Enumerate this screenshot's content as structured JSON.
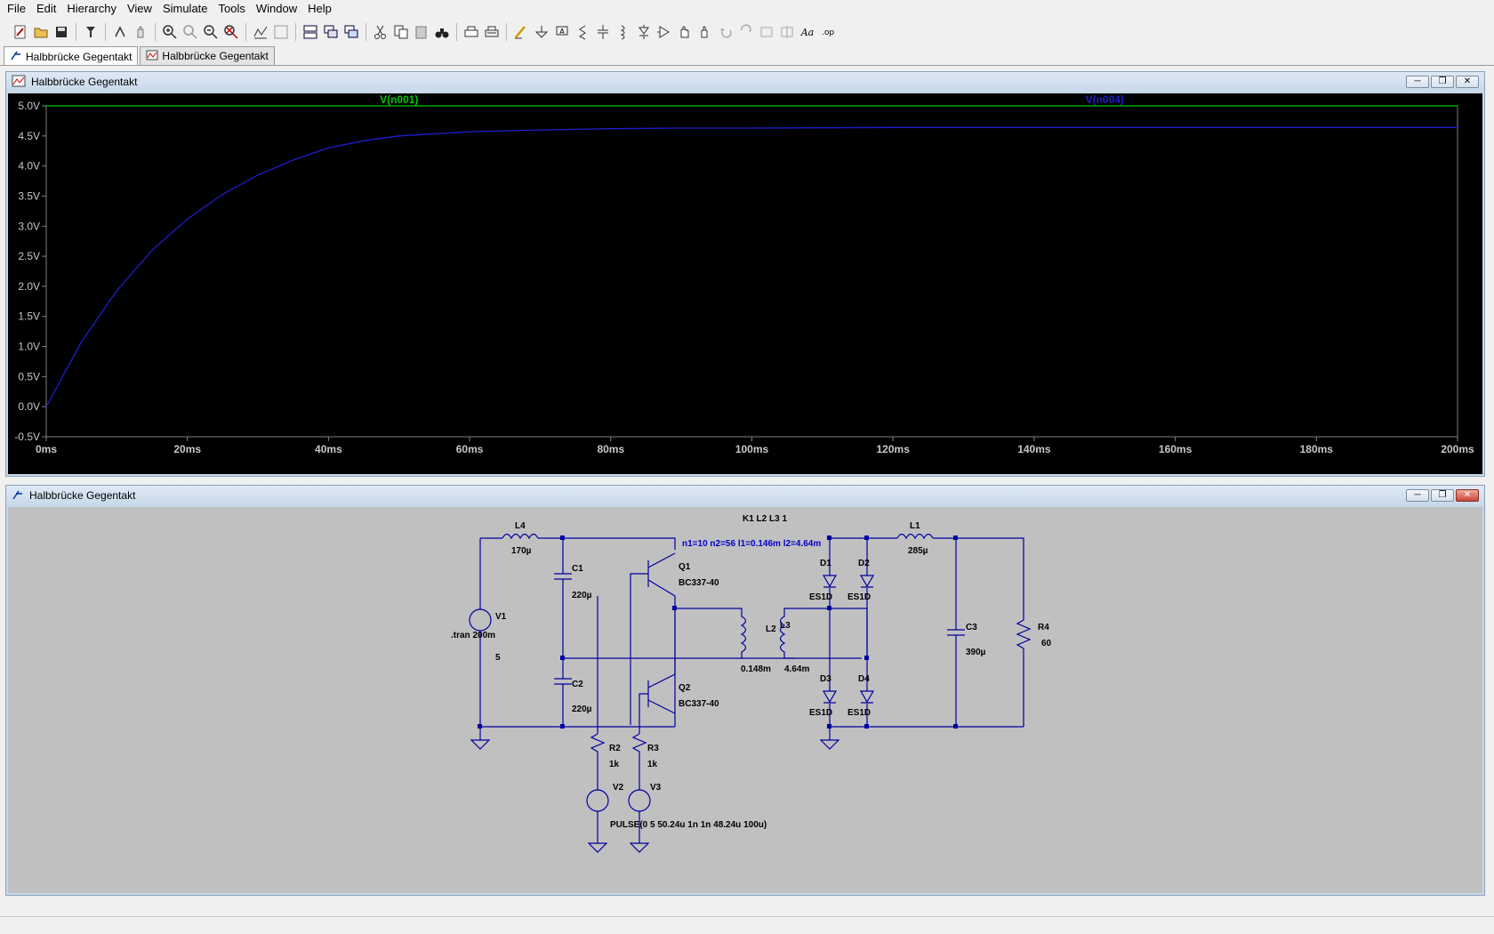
{
  "menu": [
    "File",
    "Edit",
    "Hierarchy",
    "View",
    "Simulate",
    "Tools",
    "Window",
    "Help"
  ],
  "tabs": [
    {
      "label": "Halbbrücke Gegentakt",
      "kind": "schematic",
      "active": true
    },
    {
      "label": "Halbbrücke Gegentakt",
      "kind": "waveform",
      "active": false
    }
  ],
  "plot_window": {
    "title": "Halbbrücke Gegentakt",
    "traces": [
      "V(n001)",
      "V(n004)"
    ],
    "trace_colors": [
      "#00c800",
      "#1e1ecc"
    ]
  },
  "schematic_window": {
    "title": "Halbbrücke Gegentakt",
    "labels": {
      "k_directive": "K1 L2 L3 1",
      "transformer_params": "n1=10 n2=56 l1=0.146m l2=4.64m",
      "L4": "L4",
      "L4_val": "170µ",
      "L1": "L1",
      "L1_val": "285µ",
      "C1": "C1",
      "C1_val": "220µ",
      "C2": "C2",
      "C2_val": "220µ",
      "C3": "C3",
      "C3_val": "390µ",
      "Q1": "Q1",
      "Q1_val": "BC337-40",
      "Q2": "Q2",
      "Q2_val": "BC337-40",
      "V1": "V1",
      "V1_val": "5",
      "tran": ".tran 200m",
      "L2": "L2",
      "L2_val": "0.148m",
      "L3": "L3",
      "L3_val": "4.64m",
      "D1": "D1",
      "D2": "D2",
      "D3": "D3",
      "D4": "D4",
      "D1_val": "ES1D",
      "D2_val": "ES1D",
      "D3_val": "ES1D",
      "D4_val": "ES1D",
      "R4": "R4",
      "R4_val": "60",
      "R2": "R2",
      "R2_val": "1k",
      "R3": "R3",
      "R3_val": "1k",
      "V2": "V2",
      "V3": "V3",
      "pulse": "PULSE(0 5 50.24u 1n 1n 48.24u 100u)"
    }
  },
  "chart_data": {
    "type": "line",
    "title": "",
    "xlabel": "",
    "ylabel": "",
    "xlim": [
      0,
      200
    ],
    "ylim": [
      -0.5,
      5.0
    ],
    "x_ticks": [
      "0ms",
      "20ms",
      "40ms",
      "60ms",
      "80ms",
      "100ms",
      "120ms",
      "140ms",
      "160ms",
      "180ms",
      "200ms"
    ],
    "y_ticks": [
      "5.0V",
      "4.5V",
      "4.0V",
      "3.5V",
      "3.0V",
      "2.5V",
      "2.0V",
      "1.5V",
      "1.0V",
      "0.5V",
      "0.0V",
      "-0.5V"
    ],
    "series": [
      {
        "name": "V(n001)",
        "x": [
          0,
          200
        ],
        "y": [
          5.0,
          5.0
        ]
      },
      {
        "name": "V(n004)",
        "x": [
          0,
          5,
          10,
          15,
          20,
          25,
          30,
          35,
          40,
          45,
          50,
          60,
          70,
          80,
          90,
          100,
          120,
          140,
          160,
          180,
          200
        ],
        "y": [
          0,
          1.08,
          1.93,
          2.6,
          3.12,
          3.53,
          3.85,
          4.1,
          4.3,
          4.42,
          4.5,
          4.57,
          4.6,
          4.62,
          4.63,
          4.63,
          4.64,
          4.64,
          4.64,
          4.64,
          4.64
        ]
      }
    ],
    "grid": false
  }
}
